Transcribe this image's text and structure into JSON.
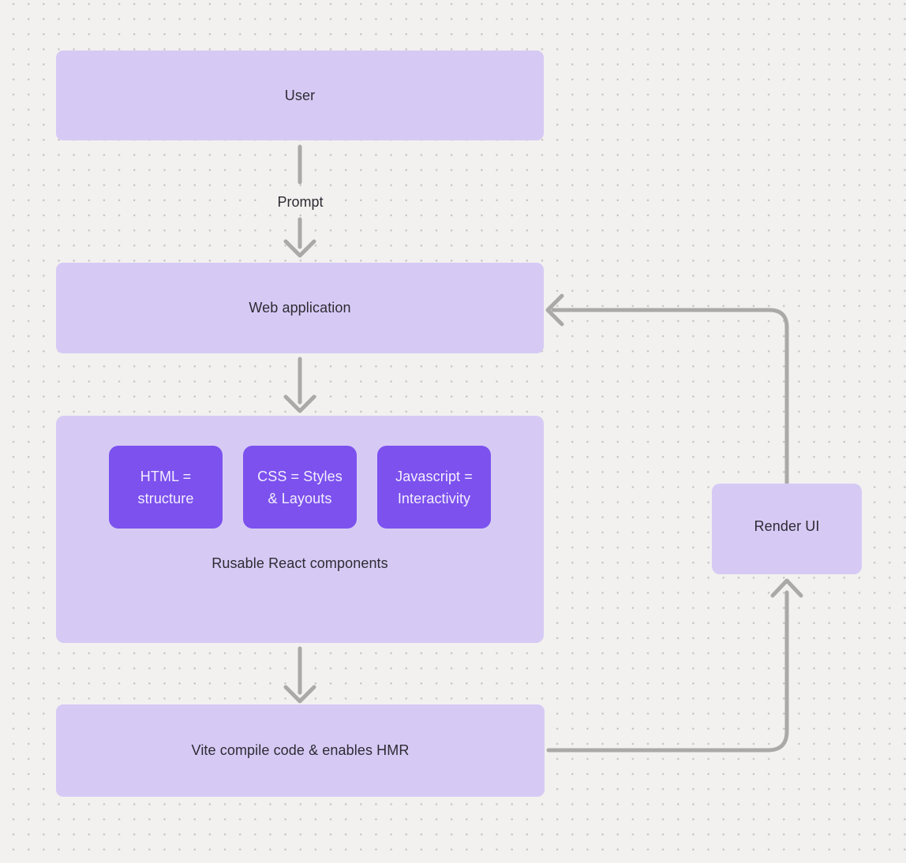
{
  "colors": {
    "background": "#f2f1ef",
    "dot": "#c7c5c3",
    "node_fill": "#d6caf5",
    "accent_fill": "#7c51ee",
    "arrow": "#aaa9a7",
    "text": "#2e2b33",
    "accent_text": "#f3eefe"
  },
  "nodes": {
    "user": {
      "label": "User"
    },
    "web_application": {
      "label": "Web application"
    },
    "components_group": {
      "caption": "Rusable React components",
      "children": [
        {
          "label": "HTML = structure"
        },
        {
          "label": "CSS = Styles & Layouts"
        },
        {
          "label": "Javascript = Interactivity"
        }
      ]
    },
    "vite": {
      "label": "Vite compile code & enables HMR"
    },
    "render_ui": {
      "label": "Render UI"
    }
  },
  "edges": {
    "user_to_webapp": {
      "label": "Prompt"
    }
  }
}
